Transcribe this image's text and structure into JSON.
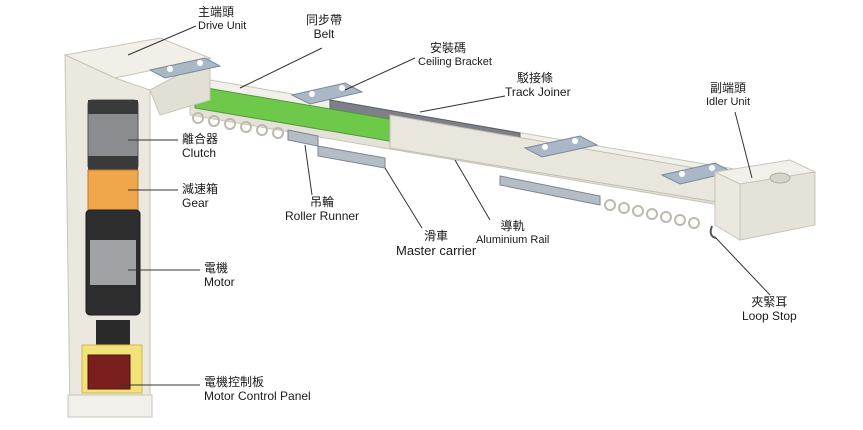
{
  "colors": {
    "housing": "#e8e5dc",
    "rail": "#e4e1d8",
    "belt": "#6ec84a",
    "bracket": "#a9b7c6",
    "gear": "#f0a64a",
    "motor_dark": "#2d2d2d",
    "control_panel": "#7a1e1e",
    "control_panel_yellow": "#f2e27a",
    "leader": "#333333"
  },
  "labels": {
    "drive_unit": {
      "zh": "主端頭",
      "en": "Drive Unit"
    },
    "belt": {
      "zh": "同步帶",
      "en": "Belt"
    },
    "ceiling_bracket": {
      "zh": "安裝碼",
      "en": "Ceiling Bracket"
    },
    "track_joiner": {
      "zh": "駁接條",
      "en": "Track Joiner"
    },
    "idler_unit": {
      "zh": "副端頭",
      "en": "Idler Unit"
    },
    "clutch": {
      "zh": "離合器",
      "en": "Clutch"
    },
    "gear": {
      "zh": "減速箱",
      "en": "Gear"
    },
    "motor": {
      "zh": "電機",
      "en": "Motor"
    },
    "motor_control_panel": {
      "zh": "電機控制板",
      "en": "Motor Control Panel"
    },
    "roller_runner": {
      "zh": "吊輪",
      "en": "Roller Runner"
    },
    "master_carrier": {
      "zh": "滑車",
      "en": "Master carrier"
    },
    "aluminium_rail": {
      "zh": "導軌",
      "en": "Aluminium Rail"
    },
    "loop_stop": {
      "zh": "夾緊耳",
      "en": "Loop Stop"
    }
  }
}
